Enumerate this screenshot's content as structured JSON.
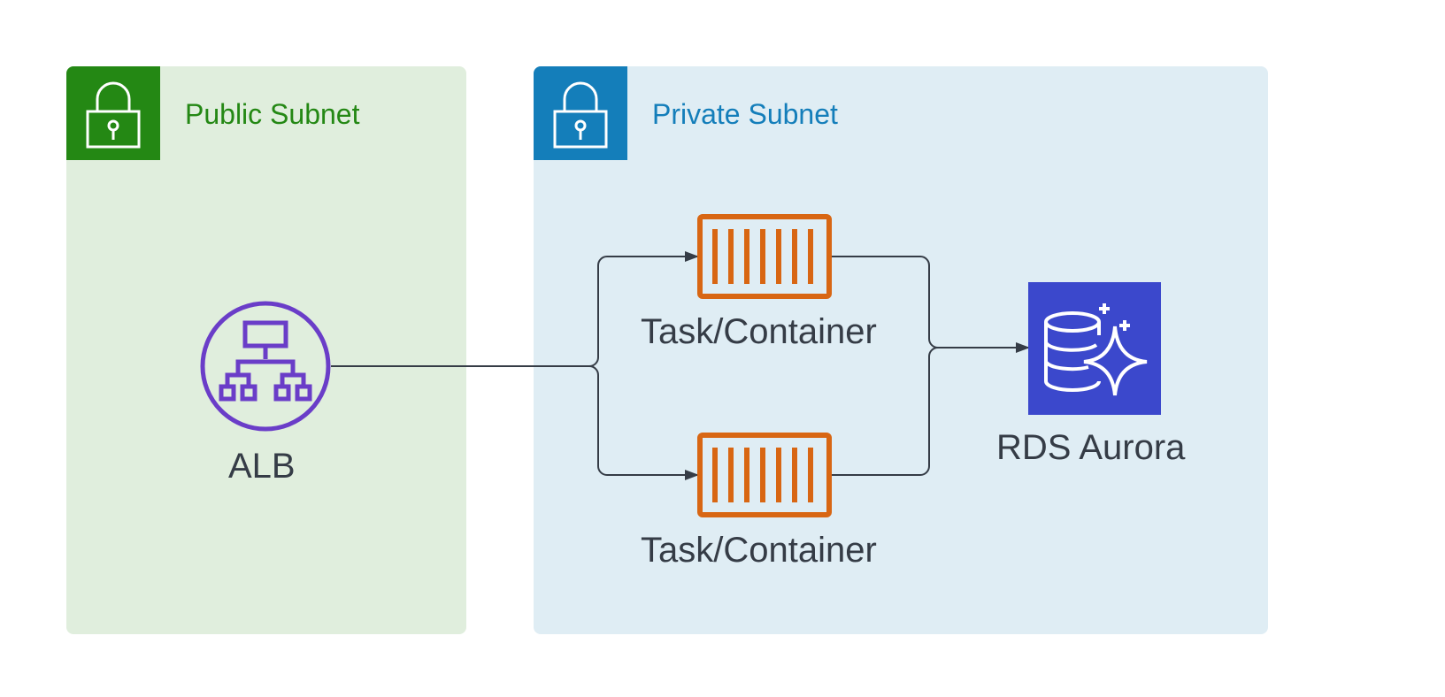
{
  "diagram": {
    "groups": [
      {
        "id": "public",
        "title": "Public Subnet",
        "icon": "lock-icon",
        "color": "#248814",
        "background": "#e0eedd"
      },
      {
        "id": "private",
        "title": "Private Subnet",
        "icon": "lock-icon",
        "color": "#147eba",
        "background": "#dfedf4"
      }
    ],
    "nodes": {
      "alb": {
        "label": "ALB",
        "icon": "load-balancer-icon",
        "color": "#6a3dc8"
      },
      "task1": {
        "label": "Task/Container",
        "icon": "container-icon",
        "color": "#d86613"
      },
      "task2": {
        "label": "Task/Container",
        "icon": "container-icon",
        "color": "#d86613"
      },
      "rds": {
        "label": "RDS Aurora",
        "icon": "aurora-database-icon",
        "color": "#3b48cc"
      }
    },
    "edges": [
      {
        "from": "ALB",
        "to": "Task/Container (1)"
      },
      {
        "from": "ALB",
        "to": "Task/Container (2)"
      },
      {
        "from": "Task/Container (1)",
        "to": "RDS Aurora"
      },
      {
        "from": "Task/Container (2)",
        "to": "RDS Aurora"
      }
    ],
    "connector_color": "#353c46"
  }
}
